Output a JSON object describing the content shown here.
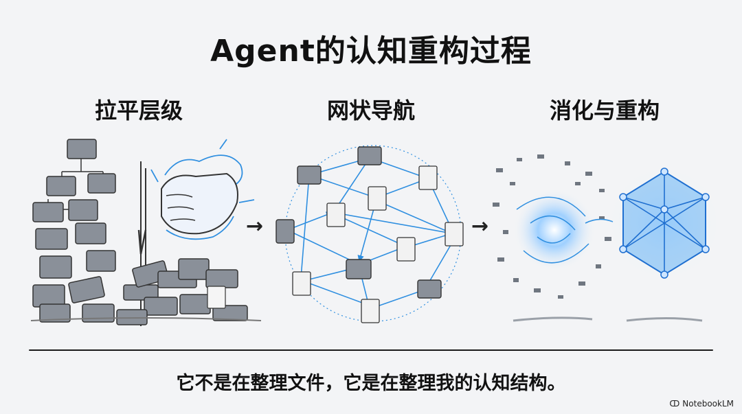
{
  "title": "Agent的认知重构过程",
  "stages": [
    {
      "heading": "拉平层级"
    },
    {
      "heading": "网状导航"
    },
    {
      "heading": "消化与重构"
    }
  ],
  "caption": "它不是在整理文件，它是在整理我的认知结构。",
  "watermark": {
    "label": "NotebookLM",
    "icon": "notebooklm-logo-icon"
  },
  "colors": {
    "accent_blue": "#2f8fe0",
    "folder_gray": "#8a9099",
    "background": "#f3f4f6"
  }
}
